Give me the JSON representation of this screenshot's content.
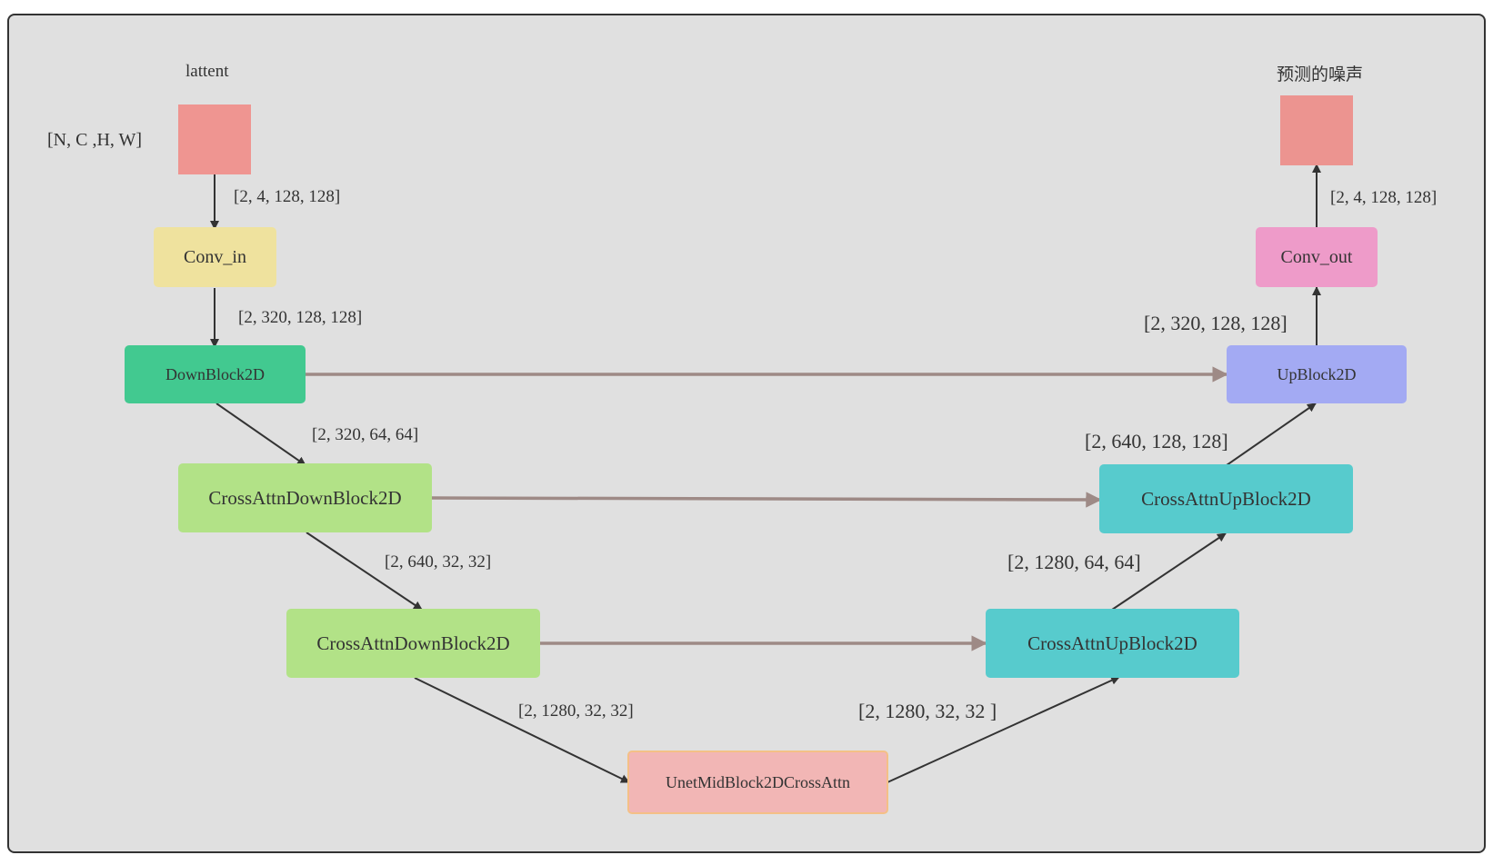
{
  "colors": {
    "background": "#e0e0e0",
    "border": "#333333",
    "arrow_dark": "#333333",
    "skip_arrow": "#9e8a86",
    "latent_box": "#ef9591",
    "conv_in": "#efe29e",
    "down_block": "#42c990",
    "cross_attn_down": "#b2e287",
    "mid_block": "#f2b6b5",
    "mid_block_border": "#f4c087",
    "cross_attn_up": "#57cbcd",
    "up_block": "#a3aaf3",
    "conv_out": "#ee9bc9",
    "output_box": "#ec9490"
  },
  "labels": {
    "input_title": "lattent",
    "input_shape": "[N, C ,H, W]",
    "output_title": "预测的噪声"
  },
  "nodes": {
    "conv_in": "Conv_in",
    "down_block": "DownBlock2D",
    "cross_attn_down_1": "CrossAttnDownBlock2D",
    "cross_attn_down_2": "CrossAttnDownBlock2D",
    "mid_block": "UnetMidBlock2DCrossAttn",
    "cross_attn_up_2": "CrossAttnUpBlock2D",
    "cross_attn_up_1": "CrossAttnUpBlock2D",
    "up_block": "UpBlock2D",
    "conv_out": "Conv_out"
  },
  "edge_labels": {
    "latent_to_conv_in": "[2, 4, 128, 128]",
    "conv_in_to_down": "[2, 320, 128, 128]",
    "down_to_cad1": "[2, 320, 64, 64]",
    "cad1_to_cad2": "[2, 640, 32, 32]",
    "cad2_to_mid": "[2, 1280, 32, 32]",
    "mid_to_cau2": "[2, 1280, 32, 32 ]",
    "cau2_to_cau1": "[2, 1280, 64, 64]",
    "cau1_to_up": "[2, 640, 128, 128]",
    "up_to_conv_out": "[2, 320, 128, 128]",
    "conv_out_to_output": "[2, 4, 128, 128]"
  }
}
